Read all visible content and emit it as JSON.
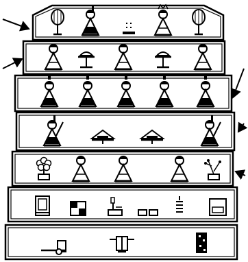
{
  "title": "",
  "tiers": [
    {
      "id": "tier-1-top",
      "name": "emperor-and-empress-tier",
      "figures": [
        {
          "name": "bonbori-lantern-icon",
          "kind": "lantern"
        },
        {
          "name": "emperor-doll-icon",
          "kind": "emperor"
        },
        {
          "name": "offering-stand-icon",
          "kind": "offering"
        },
        {
          "name": "empress-doll-icon",
          "kind": "empress"
        },
        {
          "name": "bonbori-lantern-icon",
          "kind": "lantern"
        }
      ]
    },
    {
      "id": "tier-2",
      "name": "court-ladies-tier",
      "figures": [
        {
          "name": "court-lady-doll-icon",
          "kind": "lady"
        },
        {
          "name": "sweets-stand-icon",
          "kind": "stand"
        },
        {
          "name": "court-lady-doll-icon",
          "kind": "lady"
        },
        {
          "name": "sweets-stand-icon",
          "kind": "stand"
        },
        {
          "name": "court-lady-doll-icon",
          "kind": "lady"
        }
      ]
    },
    {
      "id": "tier-3",
      "name": "musicians-tier",
      "figures": [
        {
          "name": "musician-doll-icon",
          "kind": "musician"
        },
        {
          "name": "musician-doll-icon",
          "kind": "musician"
        },
        {
          "name": "musician-doll-icon",
          "kind": "musician"
        },
        {
          "name": "musician-doll-icon",
          "kind": "musician"
        },
        {
          "name": "musician-doll-icon",
          "kind": "musician"
        }
      ]
    },
    {
      "id": "tier-4",
      "name": "ministers-tier",
      "figures": [
        {
          "name": "minister-doll-icon",
          "kind": "minister"
        },
        {
          "name": "food-tray-icon",
          "kind": "tray"
        },
        {
          "name": "food-tray-icon",
          "kind": "tray"
        },
        {
          "name": "minister-doll-icon",
          "kind": "minister"
        }
      ]
    },
    {
      "id": "tier-5",
      "name": "guards-tier",
      "figures": [
        {
          "name": "orange-tree-icon",
          "kind": "tree"
        },
        {
          "name": "guard-doll-icon",
          "kind": "guard"
        },
        {
          "name": "guard-doll-icon",
          "kind": "guard"
        },
        {
          "name": "guard-doll-icon",
          "kind": "guard"
        },
        {
          "name": "cherry-tree-icon",
          "kind": "cherry"
        }
      ]
    },
    {
      "id": "tier-6",
      "name": "furniture-tier",
      "figures": [
        {
          "name": "wardrobe-chest-icon",
          "kind": "chest"
        },
        {
          "name": "chest-of-drawers-icon",
          "kind": "drawers"
        },
        {
          "name": "mirror-stand-icon",
          "kind": "mirror"
        },
        {
          "name": "box-pair-icon",
          "kind": "boxes"
        },
        {
          "name": "tea-cabinet-icon",
          "kind": "cabinet"
        },
        {
          "name": "brazier-icon",
          "kind": "brazier"
        }
      ]
    },
    {
      "id": "tier-7",
      "name": "vehicles-tier",
      "figures": [
        {
          "name": "ox-cart-icon",
          "kind": "cart"
        },
        {
          "name": "palanquin-icon",
          "kind": "palanquin"
        },
        {
          "name": "stacked-boxes-icon",
          "kind": "stack"
        }
      ]
    }
  ],
  "callout_arrows": [
    {
      "name": "callout-arrow-top-left",
      "target": "tier-1-top"
    },
    {
      "name": "callout-arrow-left",
      "target": "tier-2"
    },
    {
      "name": "callout-arrow-right-upper",
      "target": "tier-3"
    },
    {
      "name": "callout-arrow-right-middle",
      "target": "tier-4"
    },
    {
      "name": "callout-arrow-right-lower",
      "target": "tier-5"
    }
  ],
  "colors": {
    "ink": "#000000",
    "paper": "#ffffff"
  }
}
